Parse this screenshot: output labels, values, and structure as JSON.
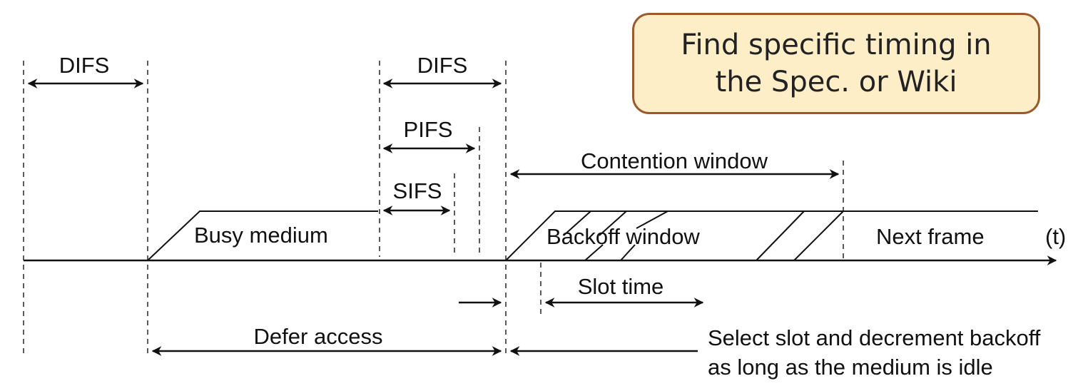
{
  "labels": {
    "difs_left": "DIFS",
    "difs_mid": "DIFS",
    "pifs": "PIFS",
    "sifs": "SIFS",
    "contention_window": "Contention window",
    "busy_medium": "Busy medium",
    "backoff_window": "Backoff window",
    "next_frame": "Next frame",
    "time_axis": "(t)",
    "slot_time": "Slot time",
    "defer_access": "Defer access",
    "select_slot_line1": "Select slot and decrement backoff",
    "select_slot_line2": "as long as the medium is idle"
  },
  "callout": {
    "line1": "Find specific timing in",
    "line2": "the Spec. or Wiki"
  }
}
